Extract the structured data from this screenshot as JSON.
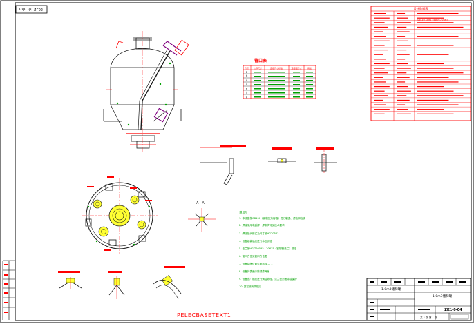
{
  "drawing": {
    "corner_tag": "ЧЧЧ-ЧЧ-ЛГ02",
    "section_label": "A—A",
    "watermark": "PELECBASETEXT1",
    "colors": {
      "paper": "#ffffff",
      "frame": "#000000",
      "outline": "#1a1a1a",
      "red": "#ff0000",
      "green": "#00a000",
      "yellow": "#ffff33",
      "purple": "#800080",
      "cyan": "#00a0a0"
    }
  },
  "nozzle_table": {
    "title": "管口表",
    "headers": [
      "符号",
      "公称尺寸",
      "连接尺寸标准",
      "连接面形式",
      "用途"
    ],
    "symbols": [
      "a",
      "b",
      "c",
      "d",
      "e",
      "f",
      "g"
    ]
  },
  "notes": {
    "heading": "说 明",
    "items": [
      "1. 本设备按GB150《钢制压力容器》进行制造、试验和验收",
      "2. 焊接采用电弧焊，焊条牌号见技术要求",
      "3. 焊接接头形式及尺寸按HG20583",
      "4. 设备组装后应进行水压试验",
      "5. 法兰按HG/T20592—20635《钢制管法兰》规定",
      "6. 管口方位见管口方位图",
      "7. 设备铭牌位置见图示 4 — 1",
      "8. 设备外表面涂防锈漆两遍",
      "9. 设备出厂前应进行清洁处理，法兰密封面涂油保护",
      "10. 其它按有关规定"
    ]
  },
  "title_block": {
    "project": "1.0m3储料罐",
    "drawing_name": "1.0m3储料罐",
    "drawing_no": "ZK1-0-04",
    "sheet": "共 1 张  第 1 张"
  },
  "design_data": {
    "title": "设计数据表",
    "spec_text": "GB150-1998《钢制压力容器》"
  }
}
